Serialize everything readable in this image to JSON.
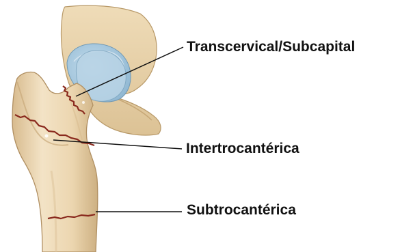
{
  "labels": {
    "transcervical": "Transcervical/Subcapital",
    "intertrochanteric": "Intertrocantérica",
    "subtrochanteric": "Subtrocantérica"
  },
  "colors": {
    "bone_light": "#f2e1c2",
    "bone_mid": "#e6cda2",
    "bone_shadow": "#c9a97b",
    "cartilage": "#a9cbe0",
    "fracture": "#8a2a1e",
    "leader_line": "#111111"
  }
}
